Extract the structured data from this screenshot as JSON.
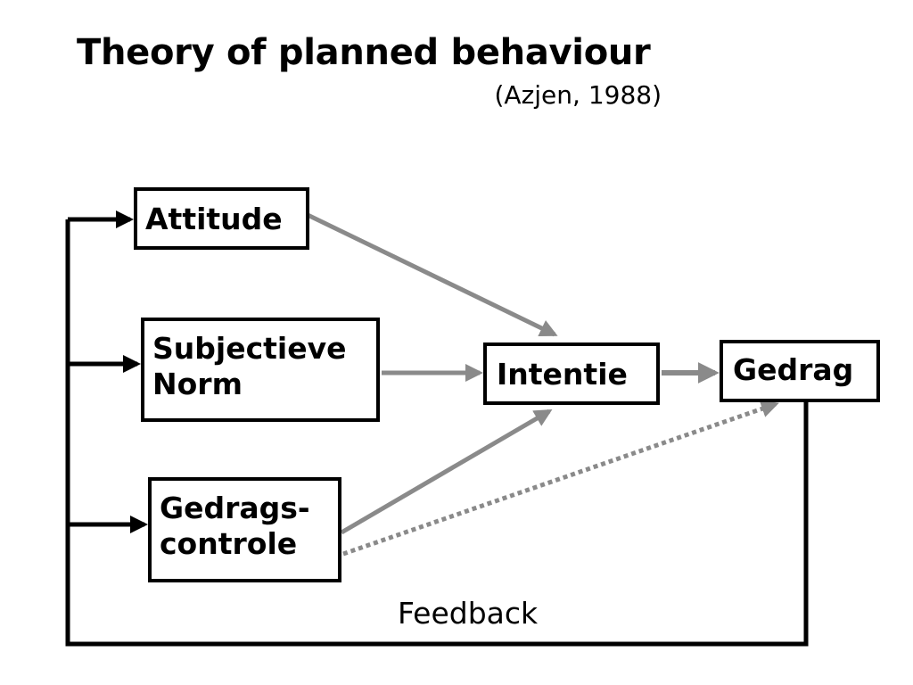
{
  "header": {
    "title": "Theory of planned behaviour",
    "citation": "(Azjen, 1988)"
  },
  "nodes": {
    "attitude": {
      "line1": "Attitude"
    },
    "subjective_norm": {
      "line1": "Subjectieve",
      "line2": "Norm"
    },
    "behavioral_control": {
      "line1": "Gedrags-",
      "line2": "controle"
    },
    "intention": {
      "line1": "Intentie"
    },
    "behavior": {
      "line1": "Gedrag"
    }
  },
  "edges": {
    "feedback_label": "Feedback"
  },
  "colors": {
    "box_border": "#000000",
    "influence_arrow": "#8a8a8a",
    "feedback_line": "#000000"
  }
}
